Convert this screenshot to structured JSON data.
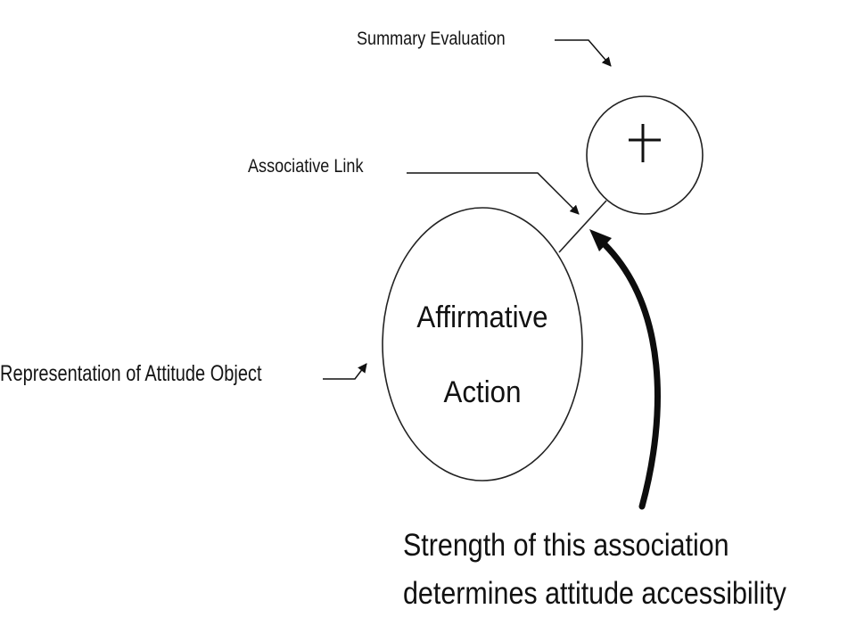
{
  "diagram": {
    "labels": {
      "summary_evaluation": "Summary Evaluation",
      "associative_link": "Associative Link",
      "representation": "Representation of Attitude Object"
    },
    "object_node": {
      "line1": "Affirmative",
      "line2": "Action"
    },
    "evaluation_node": {
      "symbol": "+"
    },
    "caption": {
      "line1": "Strength of this association",
      "line2": "determines attitude accessibility"
    }
  }
}
